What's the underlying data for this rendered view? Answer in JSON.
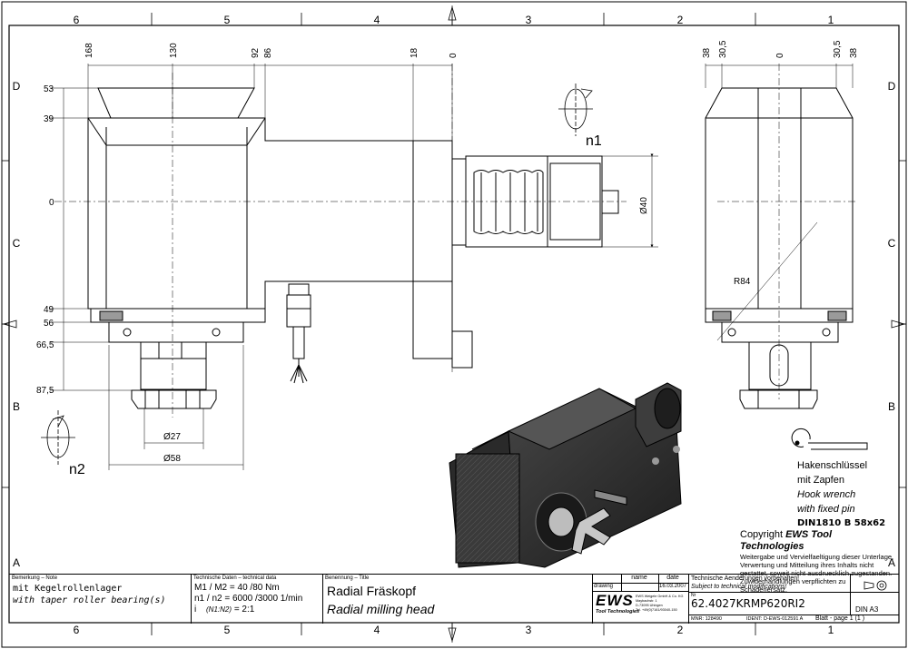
{
  "zones": {
    "top": [
      "6",
      "5",
      "4",
      "3",
      "2",
      "1"
    ],
    "bottom": [
      "6",
      "5",
      "4",
      "3",
      "2",
      "1"
    ],
    "left": [
      "D",
      "C",
      "B",
      "A"
    ],
    "right": [
      "D",
      "C",
      "B",
      "A"
    ]
  },
  "dimensions": {
    "top_left": [
      "168",
      "130",
      "92",
      "86",
      "18",
      "0"
    ],
    "top_right": [
      "38",
      "30,5",
      "0",
      "30,5",
      "38"
    ],
    "left_vertical": [
      "53",
      "39",
      "0",
      "49",
      "56",
      "66,5",
      "87,5"
    ],
    "dia40": "Ø40",
    "dia27": "Ø27",
    "dia58": "Ø58",
    "r84": "R84"
  },
  "rotation_labels": {
    "n1": "n1",
    "n2": "n2"
  },
  "tool_note": {
    "line1": "Hakenschlüssel",
    "line2": "mit Zapfen",
    "line3": "Hook wrench",
    "line4": "with fixed pin",
    "line5": "DIN1810 B 58x62"
  },
  "copyright": {
    "heading_prefix": "Copyright ",
    "heading_brand": "EWS Tool Technologies",
    "text1": "Weitergabe und Vervielfaeltigung dieser Unterlage,",
    "text2": "Verwertung und Mitteilung ihres Inhalts nicht",
    "text3": "gestattet, soweit nicht ausdruecklich zugestanden.",
    "text4": "Zuwiderhandlungen verpflichten zu Schadenersatz."
  },
  "title_block": {
    "remark_header": "Bemerkung – Note",
    "remark_de": "mit Kegelrollenlager",
    "remark_en": "with taper roller bearing(s)",
    "tech_header": "Technische Daten – technical data",
    "tech_line1": "M1 / M2 = 40 /80  Nm",
    "tech_line2": "n1 / n2 = 6000 /3000  1/min",
    "tech_line3_i": "i",
    "tech_line3_ratio": "(N1:N2)",
    "tech_line3_value": "= 2:1",
    "title_header": "Benennung – Title",
    "title_de": "Radial Fräskopf",
    "title_en": "Radial milling head",
    "col_name": "name",
    "col_date": "date",
    "row_drawing": "drawing",
    "drawing_date": "16.03.2007",
    "logo": "EWS",
    "logo_sub": "Tool Technologies",
    "company1": "EWS Weigele GmbH & Co. KG",
    "company2": "Maybachstr. 1",
    "company3": "D-73095 Uhingen",
    "company4": "Tel. +49(0)7161/93040-150",
    "notice_de": "Technische Aenderungen vorbehalten!",
    "notice_en": "Subject to technical modifications!",
    "nr_label": "Nr",
    "part_number": "62.4027KRMP620RI2",
    "mnr": "MNR: 128490",
    "ident": "IDENT: D-EWS-012591 A",
    "sheet": "Blatt - page  1 (1 )",
    "format": "DIN A3"
  }
}
